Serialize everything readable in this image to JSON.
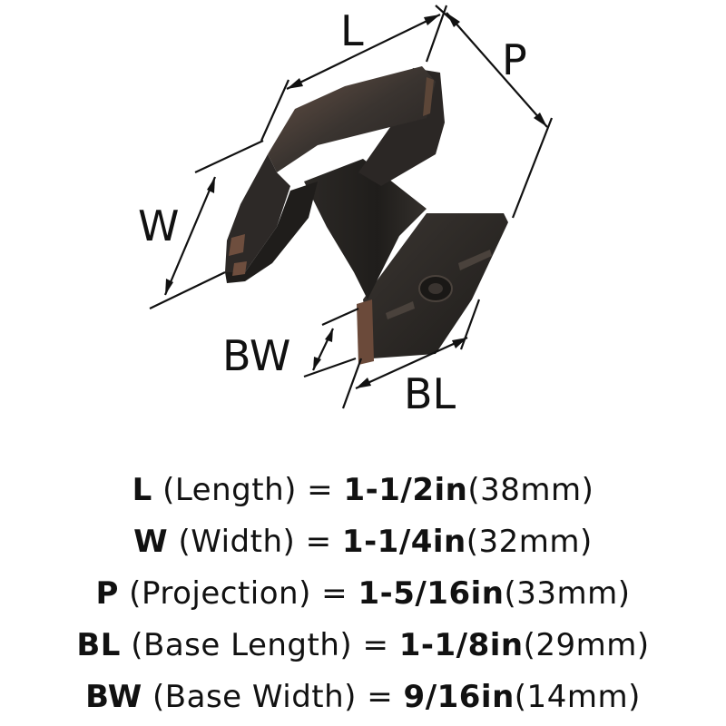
{
  "diagram": {
    "labels": {
      "L": "L",
      "P": "P",
      "W": "W",
      "BW": "BW",
      "BL": "BL"
    },
    "colors": {
      "finish_dark": "#2a2724",
      "finish_mid": "#3b3632",
      "finish_highlight": "#7a5a48",
      "line": "#111111"
    }
  },
  "specs": [
    {
      "abbr": "L",
      "name": " (Length) = ",
      "imperial": "1-1/2in",
      "metric": "(38mm)"
    },
    {
      "abbr": "W",
      "name": " (Width) = ",
      "imperial": "1-1/4in",
      "metric": "(32mm)"
    },
    {
      "abbr": "P",
      "name": " (Projection) = ",
      "imperial": "1-5/16in",
      "metric": "(33mm)"
    },
    {
      "abbr": "BL",
      "name": " (Base Length) = ",
      "imperial": "1-1/8in",
      "metric": "(29mm)"
    },
    {
      "abbr": "BW",
      "name": " (Base Width) = ",
      "imperial": "9/16in",
      "metric": "(14mm)"
    }
  ]
}
